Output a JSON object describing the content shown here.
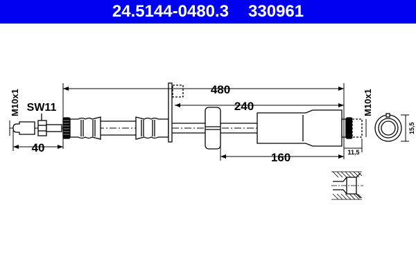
{
  "header": {
    "part_number": "24.5144-0480.3",
    "ref_number": "330961",
    "background": "#0000f0"
  },
  "drawing": {
    "dimensions": {
      "total_length": "480",
      "mid_length": "240",
      "end_length": "160",
      "left_length": "40",
      "fitting_length": "11,5",
      "fitting_diameter": "15,5"
    },
    "labels": {
      "left_thread": "M10x1",
      "right_thread": "M10x1",
      "wrench_size": "SW11"
    }
  }
}
